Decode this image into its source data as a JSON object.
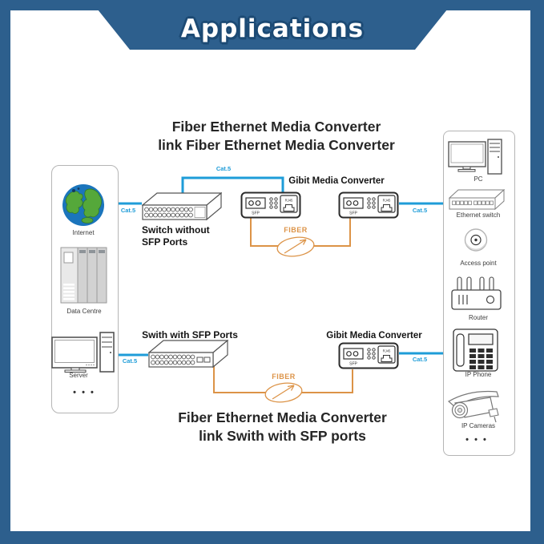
{
  "banner": {
    "title": "Applications"
  },
  "headings": {
    "top": {
      "line1": "Fiber Ethernet Media Converter",
      "line2": "link Fiber Ethernet Media Converter"
    },
    "bottom": {
      "line1": "Fiber Ethernet Media Converter",
      "line2": "link Swith with SFP ports"
    }
  },
  "left_panel": {
    "internet_label": "Internet",
    "data_centre_label": "Data Centre",
    "server_label": "Server",
    "more_indicator": "• • •"
  },
  "right_panel": {
    "pc_label": "PC",
    "ethernet_switch_label": "Ethernet switch",
    "access_point_label": "Access point",
    "router_label": "Router",
    "ip_phone_label": "IP Phone",
    "ip_cameras_label": "IP Cameras",
    "more_indicator": "• • •"
  },
  "devices": {
    "switch_without_sfp": {
      "line1": "Switch without",
      "line2": "SFP Ports"
    },
    "switch_with_sfp_label": "Swith with SFP Ports",
    "media_converter_top_label": "Gibit Media Converter",
    "media_converter_bottom_label": "Gibit Media Converter",
    "sfp_port_label": "SFP",
    "rj45_port_label": "RJ45"
  },
  "connections": {
    "cat5_label": "Cat.5",
    "fiber_label": "FIBER"
  },
  "colors": {
    "frame_blue": "#2d5f8d",
    "cat5_blue": "#1e9cd8",
    "fiber_orange": "#dc9347"
  }
}
